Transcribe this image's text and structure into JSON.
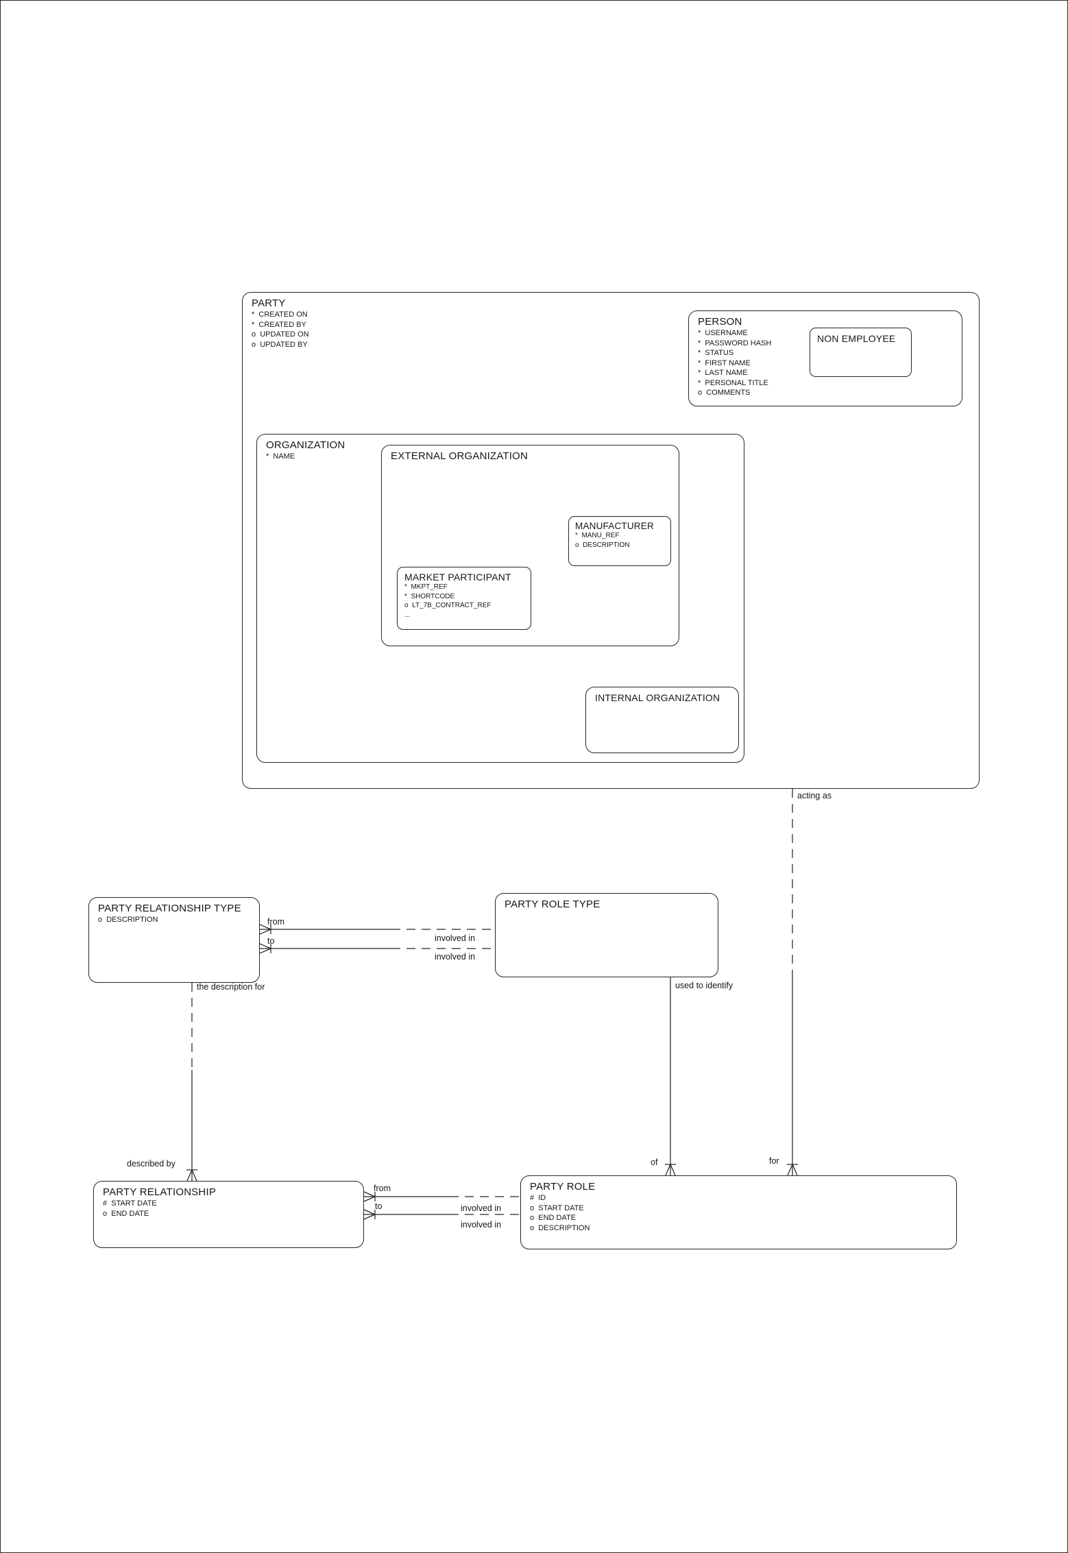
{
  "diagram": {
    "entities": {
      "party": {
        "title": "PARTY",
        "attrs": [
          "*  CREATED ON",
          "*  CREATED BY",
          "o  UPDATED ON",
          "o  UPDATED BY"
        ]
      },
      "person": {
        "title": "PERSON",
        "attrs": [
          "*  USERNAME",
          "*  PASSWORD HASH",
          "*  STATUS",
          "*  FIRST NAME",
          "*  LAST NAME",
          "*  PERSONAL TITLE",
          "o  COMMENTS"
        ]
      },
      "non_employee": {
        "title": "NON EMPLOYEE"
      },
      "organization": {
        "title": "ORGANIZATION",
        "attrs": [
          "*  NAME"
        ]
      },
      "external_organization": {
        "title": "EXTERNAL ORGANIZATION"
      },
      "manufacturer": {
        "title": "MANUFACTURER",
        "attrs": [
          "*  MANU_REF",
          "o  DESCRIPTION"
        ]
      },
      "market_participant": {
        "title": "MARKET PARTICIPANT",
        "attrs": [
          "*  MKPT_REF",
          "*  SHORTCODE",
          "o  LT_7B_CONTRACT_REF",
          "..."
        ]
      },
      "internal_organization": {
        "title": "INTERNAL ORGANIZATION"
      },
      "party_relationship_type": {
        "title": "PARTY RELATIONSHIP TYPE",
        "attrs": [
          "o  DESCRIPTION"
        ]
      },
      "party_role_type": {
        "title": "PARTY ROLE TYPE"
      },
      "party_relationship": {
        "title": "PARTY RELATIONSHIP",
        "attrs": [
          "#  START DATE",
          "o  END DATE"
        ]
      },
      "party_role": {
        "title": "PARTY ROLE",
        "attrs": [
          "#  ID",
          "o  START DATE",
          "o  END DATE",
          "o  DESCRIPTION"
        ]
      }
    },
    "labels": {
      "acting_as": "acting as",
      "for": "for",
      "used_to_identify": "used to identify",
      "of": "of",
      "the_description_for": "the description for",
      "described_by": "described by",
      "prt_from": "from",
      "prt_to": "to",
      "prt_involved_in_1": "involved in",
      "prt_involved_in_2": "involved in",
      "pr_from": "from",
      "pr_to": "to",
      "pr_involved_in_1": "involved in",
      "pr_involved_in_2": "involved in"
    },
    "colors": {
      "line": "#262626",
      "background": "#ffffff",
      "entity_fill": "#ffffff"
    }
  }
}
